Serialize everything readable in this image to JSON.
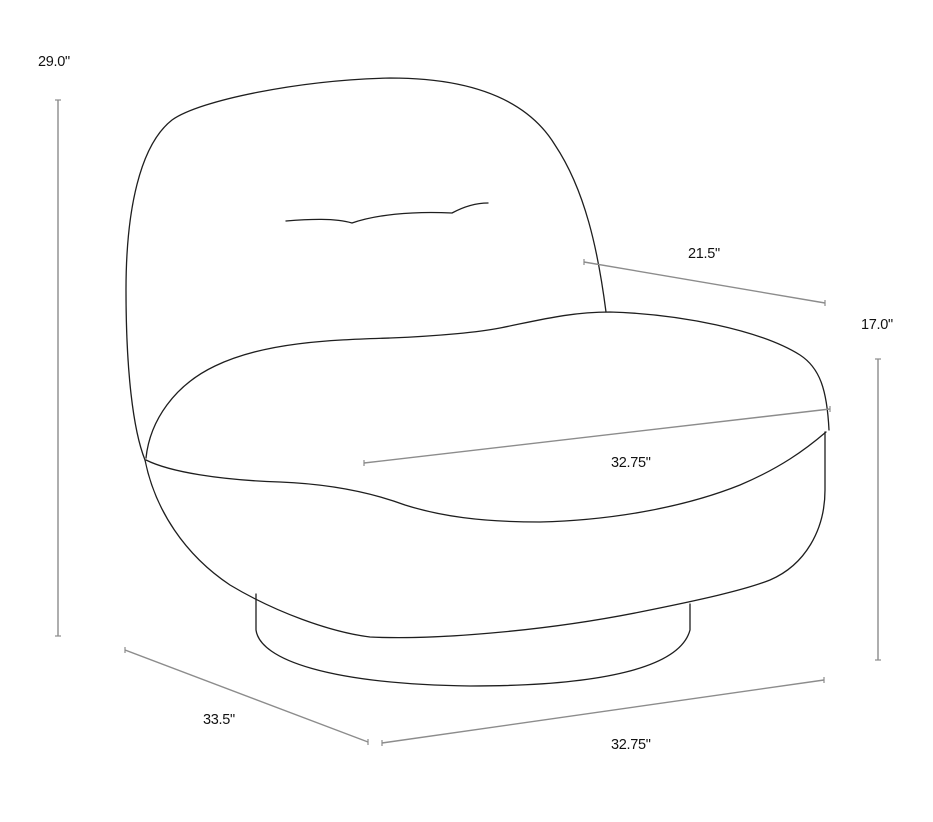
{
  "diagram": {
    "subject": "Swivel lounge chair line drawing with dimensions",
    "colors": {
      "outline": "#1e1e1e",
      "dimension_line": "#8c8c8c",
      "label_text": "#111111",
      "background": "#ffffff"
    },
    "dimensions": {
      "overall_height": "29.0\"",
      "seat_height": "17.0\"",
      "seat_depth": "21.5\"",
      "seat_width": "32.75\"",
      "overall_depth": "33.5\"",
      "overall_width": "32.75\""
    }
  }
}
